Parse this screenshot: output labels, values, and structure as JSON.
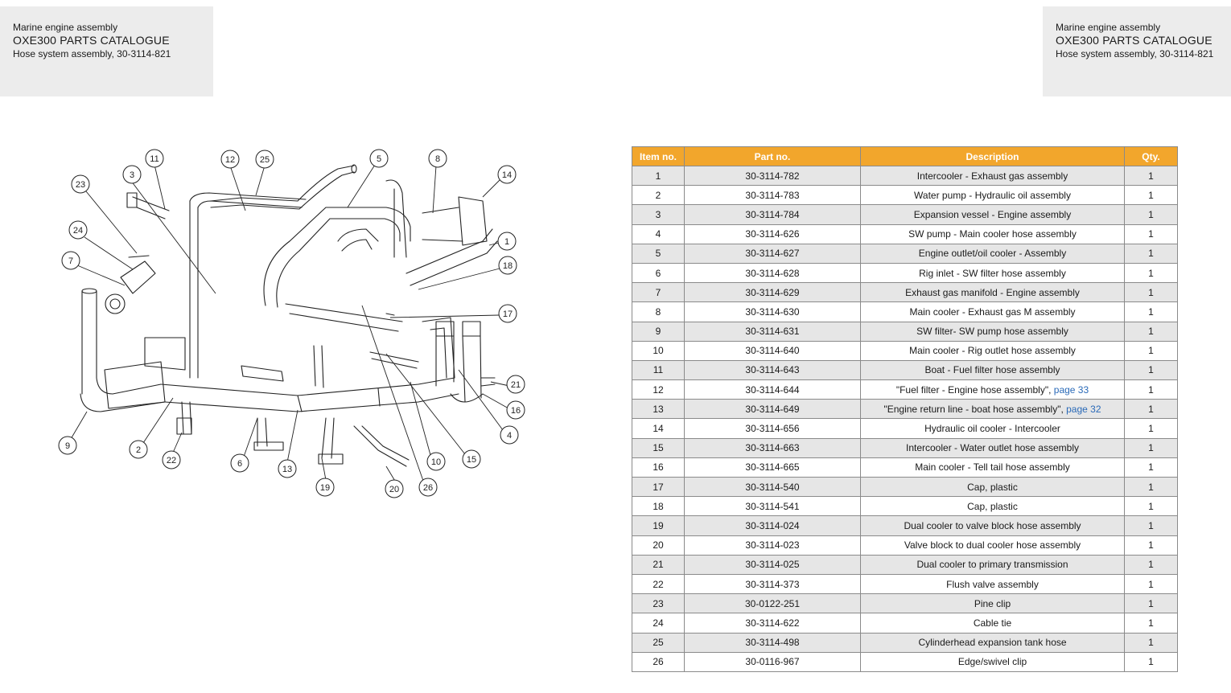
{
  "header": {
    "line1": "Marine engine assembly",
    "line2": "OXE300 PARTS CATALOGUE",
    "line3": "Hose system assembly, 30-3114-821"
  },
  "colors": {
    "table_header": "#f2a62c",
    "row_alt": "#e6e6e6",
    "link": "#2a6ab8"
  },
  "diagram": {
    "callouts": [
      "1",
      "2",
      "3",
      "4",
      "5",
      "6",
      "7",
      "8",
      "9",
      "10",
      "11",
      "12",
      "13",
      "14",
      "15",
      "16",
      "17",
      "18",
      "19",
      "20",
      "21",
      "22",
      "23",
      "24",
      "25",
      "26"
    ]
  },
  "table": {
    "headers": {
      "item": "Item no.",
      "part": "Part no.",
      "description": "Description",
      "qty": "Qty."
    },
    "rows": [
      {
        "item": "1",
        "part": "30-3114-782",
        "desc": "Intercooler - Exhaust gas assembly",
        "link": "",
        "qty": "1"
      },
      {
        "item": "2",
        "part": "30-3114-783",
        "desc": "Water pump - Hydraulic oil assembly",
        "link": "",
        "qty": "1"
      },
      {
        "item": "3",
        "part": "30-3114-784",
        "desc": "Expansion vessel - Engine assembly",
        "link": "",
        "qty": "1"
      },
      {
        "item": "4",
        "part": "30-3114-626",
        "desc": "SW pump - Main cooler hose assembly",
        "link": "",
        "qty": "1"
      },
      {
        "item": "5",
        "part": "30-3114-627",
        "desc": "Engine outlet/oil cooler - Assembly",
        "link": "",
        "qty": "1"
      },
      {
        "item": "6",
        "part": "30-3114-628",
        "desc": "Rig inlet - SW filter hose assembly",
        "link": "",
        "qty": "1"
      },
      {
        "item": "7",
        "part": "30-3114-629",
        "desc": "Exhaust gas manifold - Engine assembly",
        "link": "",
        "qty": "1"
      },
      {
        "item": "8",
        "part": "30-3114-630",
        "desc": "Main cooler - Exhaust gas M assembly",
        "link": "",
        "qty": "1"
      },
      {
        "item": "9",
        "part": "30-3114-631",
        "desc": "SW filter- SW pump hose assembly",
        "link": "",
        "qty": "1"
      },
      {
        "item": "10",
        "part": "30-3114-640",
        "desc": "Main cooler - Rig outlet hose assembly",
        "link": "",
        "qty": "1"
      },
      {
        "item": "11",
        "part": "30-3114-643",
        "desc": "Boat - Fuel filter hose assembly",
        "link": "",
        "qty": "1"
      },
      {
        "item": "12",
        "part": "30-3114-644",
        "desc": "\"Fuel filter - Engine hose assembly\", ",
        "link": "page 33",
        "qty": "1"
      },
      {
        "item": "13",
        "part": "30-3114-649",
        "desc": "\"Engine return line - boat hose assembly\", ",
        "link": "page 32",
        "qty": "1"
      },
      {
        "item": "14",
        "part": "30-3114-656",
        "desc": "Hydraulic oil cooler - Intercooler",
        "link": "",
        "qty": "1"
      },
      {
        "item": "15",
        "part": "30-3114-663",
        "desc": "Intercooler - Water outlet hose assembly",
        "link": "",
        "qty": "1"
      },
      {
        "item": "16",
        "part": "30-3114-665",
        "desc": "Main cooler - Tell tail hose assembly",
        "link": "",
        "qty": "1"
      },
      {
        "item": "17",
        "part": "30-3114-540",
        "desc": "Cap, plastic",
        "link": "",
        "qty": "1"
      },
      {
        "item": "18",
        "part": "30-3114-541",
        "desc": "Cap, plastic",
        "link": "",
        "qty": "1"
      },
      {
        "item": "19",
        "part": "30-3114-024",
        "desc": "Dual cooler to valve block hose assembly",
        "link": "",
        "qty": "1"
      },
      {
        "item": "20",
        "part": "30-3114-023",
        "desc": "Valve block to dual cooler hose assembly",
        "link": "",
        "qty": "1"
      },
      {
        "item": "21",
        "part": "30-3114-025",
        "desc": "Dual cooler to primary transmission",
        "link": "",
        "qty": "1"
      },
      {
        "item": "22",
        "part": "30-3114-373",
        "desc": "Flush valve assembly",
        "link": "",
        "qty": "1"
      },
      {
        "item": "23",
        "part": "30-0122-251",
        "desc": "Pine clip",
        "link": "",
        "qty": "1"
      },
      {
        "item": "24",
        "part": "30-3114-622",
        "desc": "Cable tie",
        "link": "",
        "qty": "1"
      },
      {
        "item": "25",
        "part": "30-3114-498",
        "desc": "Cylinderhead expansion tank hose",
        "link": "",
        "qty": "1"
      },
      {
        "item": "26",
        "part": "30-0116-967",
        "desc": "Edge/swivel clip",
        "link": "",
        "qty": "1"
      }
    ]
  }
}
